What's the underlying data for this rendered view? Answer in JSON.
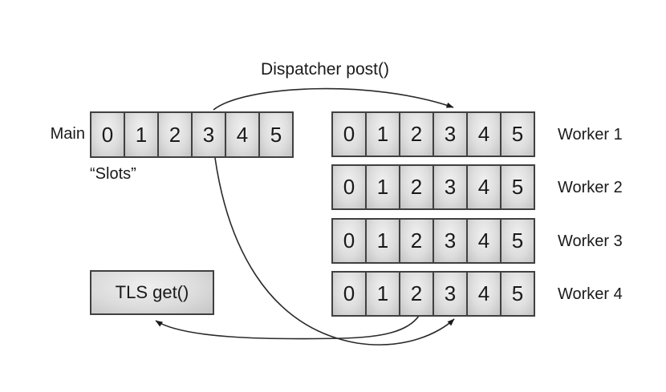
{
  "diagram": {
    "dispatcher_label": "Dispatcher post()",
    "main": {
      "label": "Main",
      "caption": "“Slots”"
    },
    "slot_numbers": [
      "0",
      "1",
      "2",
      "3",
      "4",
      "5"
    ],
    "workers": [
      {
        "label": "Worker 1"
      },
      {
        "label": "Worker 2"
      },
      {
        "label": "Worker 3"
      },
      {
        "label": "Worker 4"
      }
    ],
    "tls_box": {
      "label": "TLS get()"
    },
    "arrows": [
      {
        "id": "dispatcher-post-arrow",
        "from": "main-slot-3-top",
        "to": "worker-1-slot-3-top",
        "label": "Dispatcher post()"
      },
      {
        "id": "main-to-worker-4-arrow",
        "from": "main-slot-3-bottom",
        "to": "worker-4-slot-3-bottom",
        "label": ""
      },
      {
        "id": "worker-4-to-tls-arrow",
        "from": "worker-4-slot-2-bottom",
        "to": "tls-get-box-bottom",
        "label": ""
      }
    ],
    "colors": {
      "background": "#ffffff",
      "cell_border": "#404040",
      "cell_fill_light": "#f1f1f1",
      "cell_fill_dark": "#c2c2c2",
      "arrow": "#2a2a2a",
      "text": "#1a1a1a"
    }
  }
}
